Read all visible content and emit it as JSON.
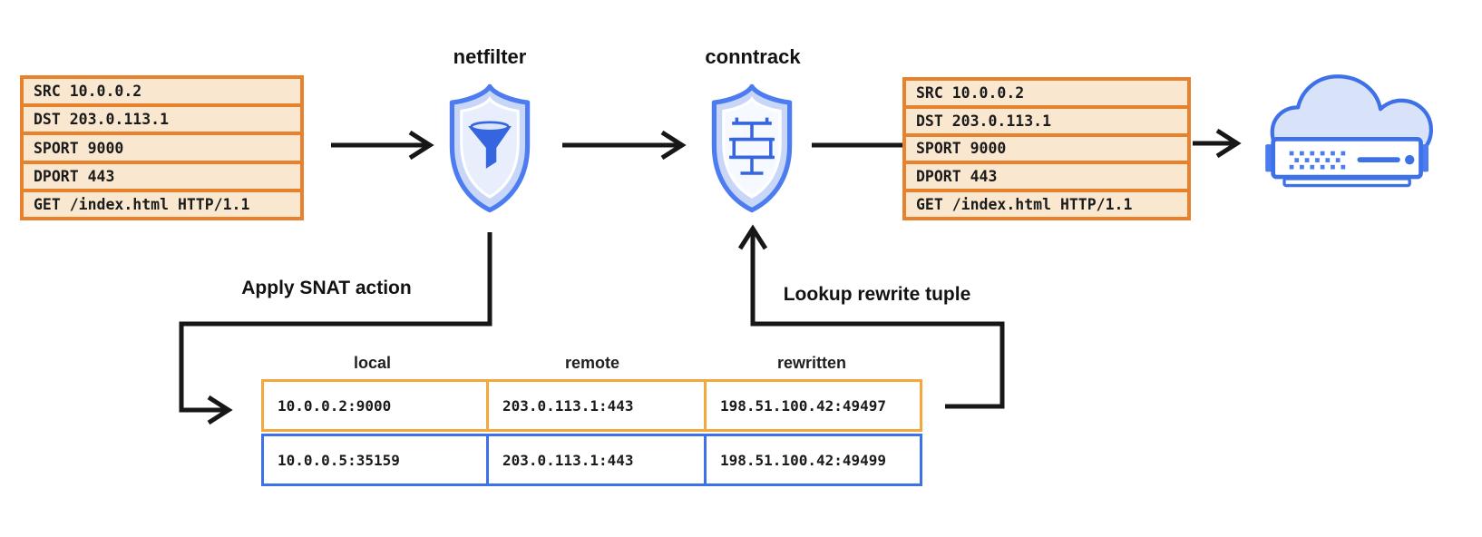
{
  "packet_in": {
    "rows": [
      "SRC 10.0.0.2",
      "DST 203.0.113.1",
      "SPORT 9000",
      "DPORT 443",
      "GET /index.html HTTP/1.1"
    ]
  },
  "packet_out": {
    "rows": [
      "SRC 10.0.0.2",
      "DST 203.0.113.1",
      "SPORT 9000",
      "DPORT 443",
      "GET /index.html HTTP/1.1"
    ]
  },
  "netfilter": {
    "label": "netfilter"
  },
  "conntrack": {
    "label": "conntrack"
  },
  "annotations": {
    "apply_snat": "Apply SNAT action",
    "lookup": "Lookup rewrite tuple"
  },
  "nat_table": {
    "headers": [
      "local",
      "remote",
      "rewritten"
    ],
    "rows": [
      [
        "10.0.0.2:9000",
        "203.0.113.1:443",
        "198.51.100.42:49497"
      ],
      [
        "10.0.0.5:35159",
        "203.0.113.1:443",
        "198.51.100.42:49499"
      ]
    ],
    "row_styles": [
      "orange",
      "blue"
    ]
  },
  "icons": {
    "netfilter": "shield-filter-icon",
    "conntrack": "shield-bricks-icon",
    "destination": "cloud-server-icon"
  },
  "colors": {
    "packet_border": "#E8812C",
    "packet_fill": "#FAE7CF",
    "nat_orange": "#F2A83E",
    "nat_blue": "#3E70E8",
    "icon_stroke": "#4C7CEF",
    "icon_body": "#C8D6F8",
    "icon_inner": "#E8EEFC",
    "glyph_blue": "#3566E0",
    "connector": "#171717"
  }
}
